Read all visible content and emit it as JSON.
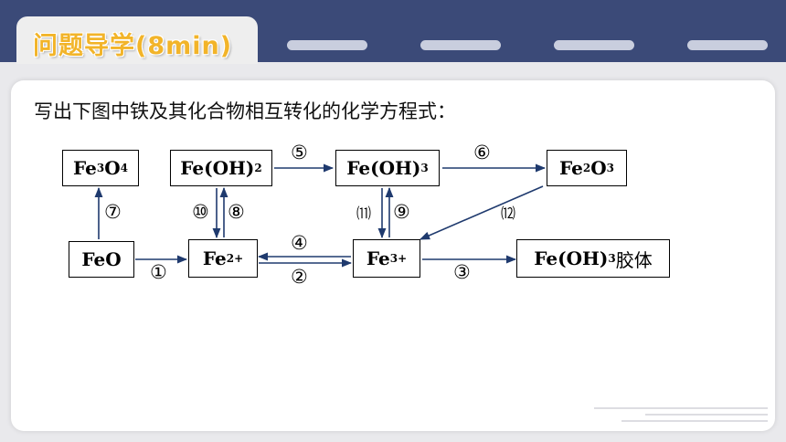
{
  "header": {
    "title": "问题导学(8min)"
  },
  "instruction": "写出下图中铁及其化合物相互转化的化学方程式：",
  "nodes": {
    "fe3o4": {
      "base": "Fe",
      "s1": "3",
      "mid": "O",
      "s2": "4"
    },
    "feoh2": {
      "base": "Fe(OH)",
      "s1": "2"
    },
    "feoh3": {
      "base": "Fe(OH)",
      "s1": "3"
    },
    "fe2o3": {
      "base": "Fe",
      "s1": "2",
      "mid": "O",
      "s2": "3"
    },
    "feo": {
      "base": "FeO"
    },
    "fe2": {
      "base": "Fe",
      "sup": "2+"
    },
    "fe3": {
      "base": "Fe",
      "sup": "3+"
    },
    "colloid": {
      "base": "Fe(OH)",
      "s1": "3",
      "suffix": "胶体"
    }
  },
  "reaction_labels": {
    "r1": "①",
    "r2": "②",
    "r3": "③",
    "r4": "④",
    "r5": "⑤",
    "r6": "⑥",
    "r7": "⑦",
    "r8": "⑧",
    "r9": "⑨",
    "r10": "⑩",
    "r11": "⑾",
    "r12": "⑿"
  }
}
